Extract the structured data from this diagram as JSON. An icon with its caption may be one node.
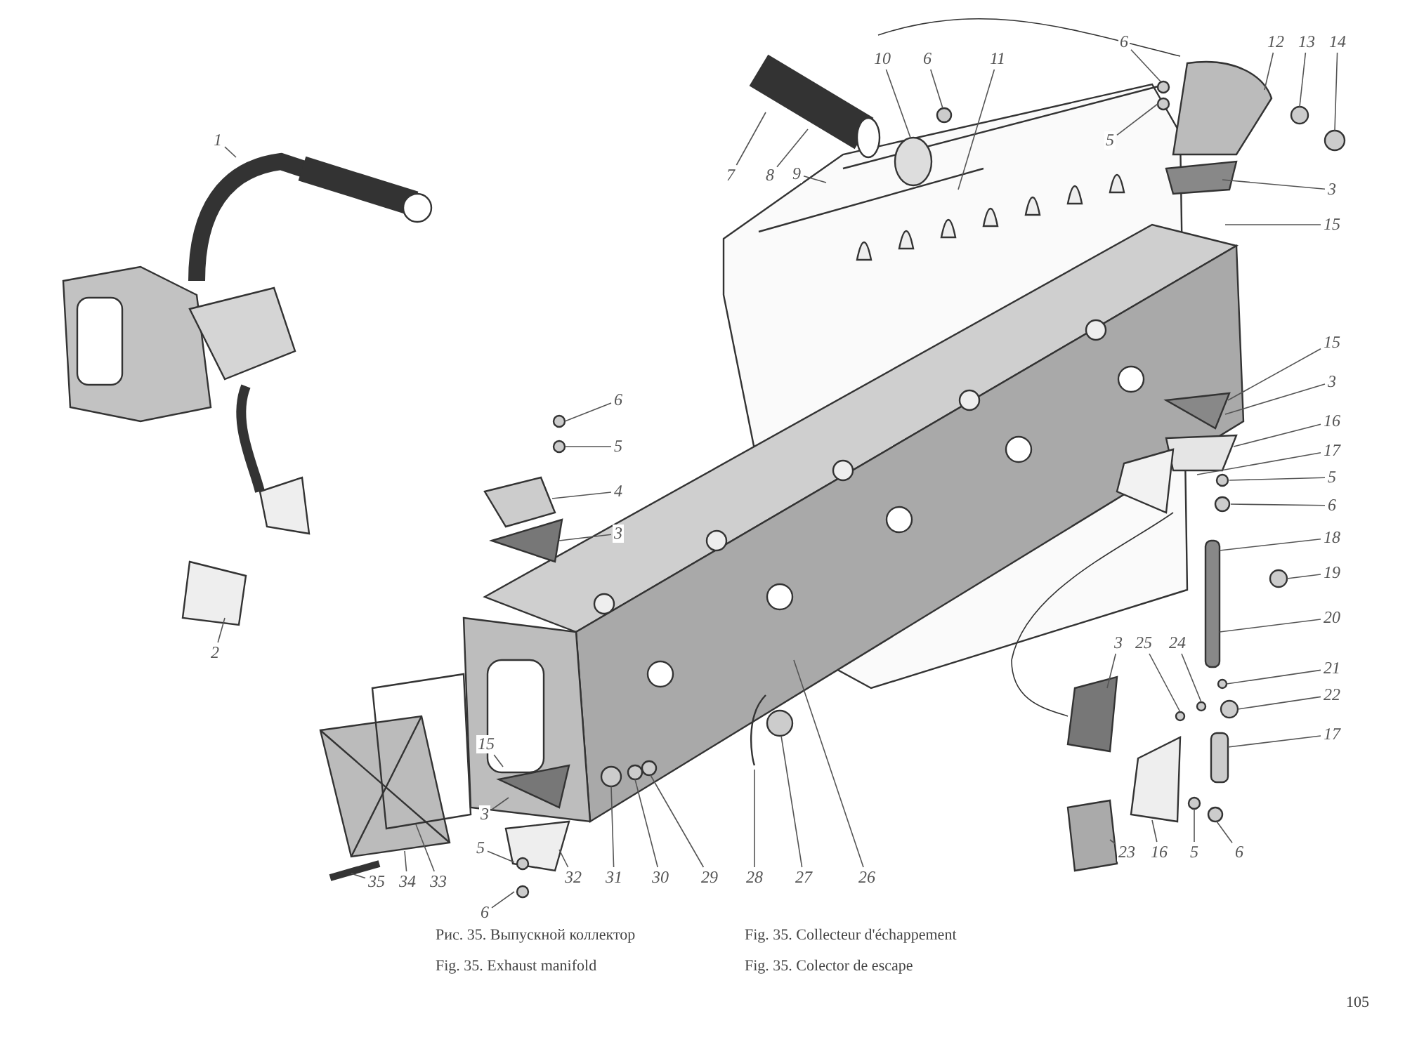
{
  "diagram": {
    "nodes": [
      {
        "text": [
          "1"
        ]
      },
      {
        "text": [
          "2"
        ]
      },
      {
        "text": [
          "7"
        ]
      },
      {
        "text": [
          "8"
        ]
      },
      {
        "text": [
          "9"
        ]
      },
      {
        "text": [
          "10"
        ]
      },
      {
        "text": [
          "6"
        ]
      },
      {
        "text": [
          "11"
        ]
      },
      {
        "text": [
          "6"
        ]
      },
      {
        "text": [
          "5"
        ]
      },
      {
        "text": [
          "12"
        ]
      },
      {
        "text": [
          "13"
        ]
      },
      {
        "text": [
          "14"
        ]
      },
      {
        "text": [
          "3"
        ]
      },
      {
        "text": [
          "15"
        ]
      },
      {
        "text": [
          "15"
        ]
      },
      {
        "text": [
          "3"
        ]
      },
      {
        "text": [
          "16"
        ]
      },
      {
        "text": [
          "17"
        ]
      },
      {
        "text": [
          "5"
        ]
      },
      {
        "text": [
          "6"
        ]
      },
      {
        "text": [
          "18"
        ]
      },
      {
        "text": [
          "19"
        ]
      },
      {
        "text": [
          "20"
        ]
      },
      {
        "text": [
          "21"
        ]
      },
      {
        "text": [
          "22"
        ]
      },
      {
        "text": [
          "17"
        ]
      },
      {
        "text": [
          "6"
        ]
      },
      {
        "text": [
          "5"
        ]
      },
      {
        "text": [
          "4"
        ]
      },
      {
        "text": [
          "3"
        ]
      },
      {
        "text": [
          "3"
        ]
      },
      {
        "text": [
          "25"
        ]
      },
      {
        "text": [
          "24"
        ]
      },
      {
        "text": [
          "15"
        ]
      },
      {
        "text": [
          "3"
        ]
      },
      {
        "text": [
          "5"
        ]
      },
      {
        "text": [
          "6"
        ]
      },
      {
        "text": [
          "35"
        ]
      },
      {
        "text": [
          "34"
        ]
      },
      {
        "text": [
          "33"
        ]
      },
      {
        "text": [
          "32"
        ]
      },
      {
        "text": [
          "31"
        ]
      },
      {
        "text": [
          "30"
        ]
      },
      {
        "text": [
          "29"
        ]
      },
      {
        "text": [
          "28"
        ]
      },
      {
        "text": [
          "27"
        ]
      },
      {
        "text": [
          "26"
        ]
      },
      {
        "text": [
          "23"
        ]
      },
      {
        "text": [
          "16"
        ]
      },
      {
        "text": [
          "5"
        ]
      },
      {
        "text": [
          "6"
        ]
      }
    ],
    "edges": [
      {
        "from": 0,
        "to": null,
        "arrow": "none"
      },
      {
        "from": 1,
        "to": null,
        "arrow": "none"
      },
      {
        "from": 2,
        "to": null,
        "arrow": "none"
      },
      {
        "from": 3,
        "to": null,
        "arrow": "none"
      },
      {
        "from": 4,
        "to": null,
        "arrow": "none"
      },
      {
        "from": 5,
        "to": null,
        "arrow": "none"
      },
      {
        "from": 6,
        "to": null,
        "arrow": "none"
      },
      {
        "from": 7,
        "to": null,
        "arrow": "none"
      },
      {
        "from": 8,
        "to": null,
        "arrow": "none"
      },
      {
        "from": 9,
        "to": null,
        "arrow": "none"
      },
      {
        "from": 10,
        "to": null,
        "arrow": "none"
      },
      {
        "from": 11,
        "to": null,
        "arrow": "none"
      },
      {
        "from": 12,
        "to": null,
        "arrow": "none"
      },
      {
        "from": 13,
        "to": null,
        "arrow": "none"
      },
      {
        "from": 14,
        "to": null,
        "arrow": "none"
      },
      {
        "from": 15,
        "to": null,
        "arrow": "none"
      },
      {
        "from": 16,
        "to": null,
        "arrow": "none"
      },
      {
        "from": 17,
        "to": null,
        "arrow": "none"
      },
      {
        "from": 18,
        "to": null,
        "arrow": "none"
      },
      {
        "from": 19,
        "to": null,
        "arrow": "none"
      },
      {
        "from": 20,
        "to": null,
        "arrow": "none"
      },
      {
        "from": 21,
        "to": null,
        "arrow": "none"
      },
      {
        "from": 22,
        "to": null,
        "arrow": "none"
      },
      {
        "from": 23,
        "to": null,
        "arrow": "none"
      },
      {
        "from": 24,
        "to": null,
        "arrow": "none"
      },
      {
        "from": 25,
        "to": null,
        "arrow": "none"
      },
      {
        "from": 26,
        "to": null,
        "arrow": "none"
      },
      {
        "from": 27,
        "to": null,
        "arrow": "none"
      },
      {
        "from": 28,
        "to": null,
        "arrow": "none"
      },
      {
        "from": 29,
        "to": null,
        "arrow": "none"
      },
      {
        "from": 30,
        "to": null,
        "arrow": "none"
      },
      {
        "from": 31,
        "to": null,
        "arrow": "none"
      },
      {
        "from": 32,
        "to": null,
        "arrow": "none"
      },
      {
        "from": 33,
        "to": null,
        "arrow": "none"
      },
      {
        "from": 34,
        "to": null,
        "arrow": "none"
      },
      {
        "from": 35,
        "to": null,
        "arrow": "none"
      },
      {
        "from": 36,
        "to": null,
        "arrow": "none"
      },
      {
        "from": 37,
        "to": null,
        "arrow": "none"
      },
      {
        "from": 38,
        "to": null,
        "arrow": "none"
      },
      {
        "from": 39,
        "to": null,
        "arrow": "none"
      },
      {
        "from": 40,
        "to": null,
        "arrow": "none"
      },
      {
        "from": 41,
        "to": null,
        "arrow": "none"
      },
      {
        "from": 42,
        "to": null,
        "arrow": "none"
      },
      {
        "from": 43,
        "to": null,
        "arrow": "none"
      },
      {
        "from": 44,
        "to": null,
        "arrow": "none"
      },
      {
        "from": 45,
        "to": null,
        "arrow": "none"
      },
      {
        "from": 46,
        "to": null,
        "arrow": "none"
      },
      {
        "from": 47,
        "to": null,
        "arrow": "none"
      },
      {
        "from": 48,
        "to": null,
        "arrow": "none"
      },
      {
        "from": 49,
        "to": null,
        "arrow": "none"
      },
      {
        "from": 50,
        "to": null,
        "arrow": "none"
      },
      {
        "from": 51,
        "to": null,
        "arrow": "none"
      }
    ],
    "labels": [
      "Рис. 35. Выпускной коллектор",
      "Fig. 35. Collecteur d'échappement",
      "Fig. 35. Exhaust manifold",
      "Fig. 35. Colector de escape",
      "105"
    ]
  }
}
